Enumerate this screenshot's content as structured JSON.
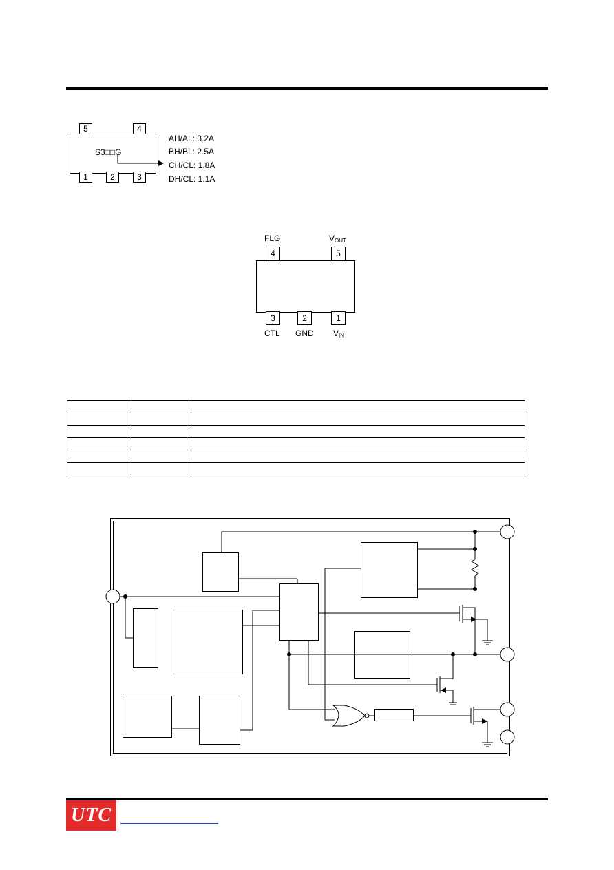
{
  "marking": {
    "pins_top": [
      "5",
      "4"
    ],
    "pins_bottom": [
      "1",
      "2",
      "3"
    ],
    "code": "S3□□G",
    "ratings": [
      "AH/AL: 3.2A",
      "BH/BL: 2.5A",
      "CH/CL: 1.8A",
      "DH/CL: 1.1A"
    ]
  },
  "pinout": {
    "top": [
      {
        "label": "FLG",
        "number": "4"
      },
      {
        "label_main": "V",
        "label_sub": "OUT",
        "number": "5"
      }
    ],
    "bottom": [
      {
        "label": "CTL",
        "number": "3"
      },
      {
        "label": "GND",
        "number": "2"
      },
      {
        "label_main": "V",
        "label_sub": "IN",
        "number": "1"
      }
    ]
  },
  "pin_table": {
    "rows": 6,
    "cols": 3
  },
  "footer": {
    "logo_text": "UTC",
    "colors": {
      "logo_bg": "#e32b2b",
      "link": "#1a3fd0"
    }
  }
}
